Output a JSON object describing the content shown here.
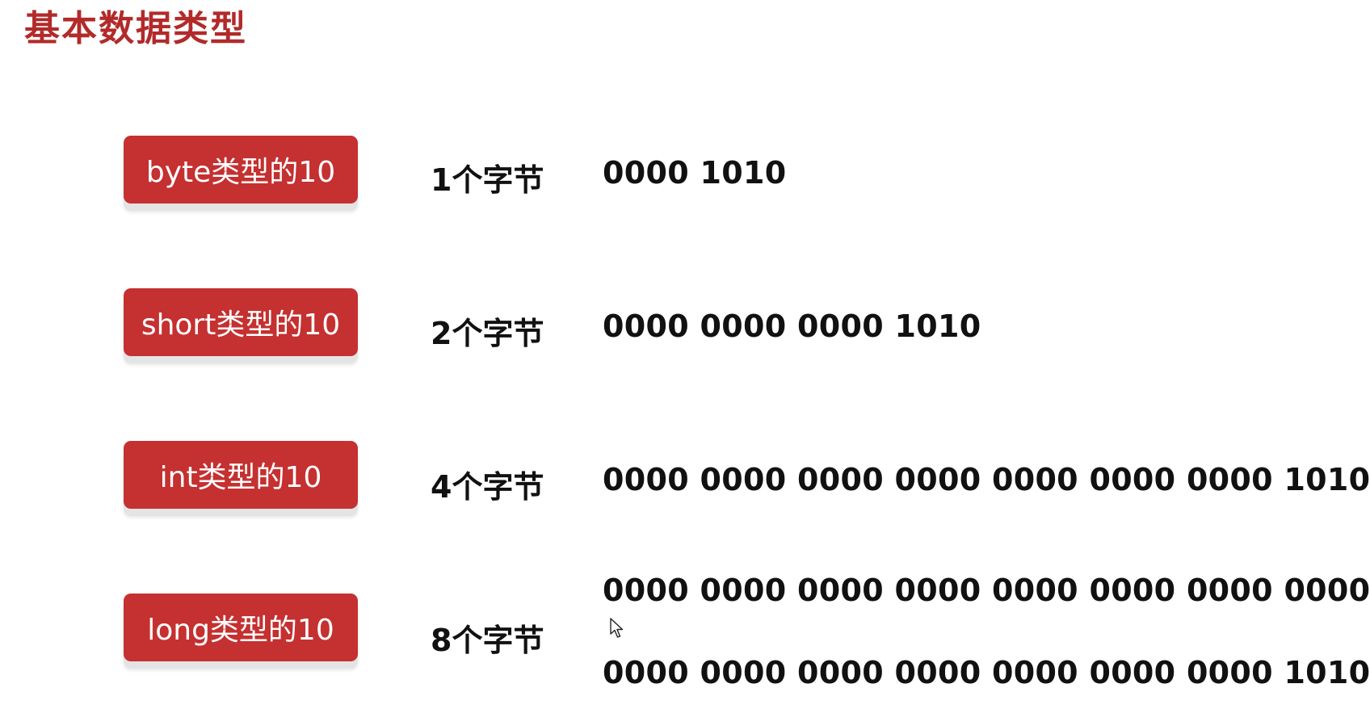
{
  "title": "基本数据类型",
  "rows": [
    {
      "type_label": "byte类型的10",
      "size_label": "1个字节",
      "binary": [
        "0000 1010"
      ]
    },
    {
      "type_label": "short类型的10",
      "size_label": "2个字节",
      "binary": [
        "0000 0000 0000 1010"
      ]
    },
    {
      "type_label": "int类型的10",
      "size_label": "4个字节",
      "binary": [
        "0000 0000 0000 0000 0000 0000 0000 1010"
      ]
    },
    {
      "type_label": "long类型的10",
      "size_label": "8个字节",
      "binary": [
        "0000 0000 0000 0000 0000 0000 0000 0000",
        "0000 0000 0000 0000 0000 0000 0000 1010"
      ]
    }
  ],
  "colors": {
    "accent": "#c53030",
    "title": "#b22a2a",
    "text": "#111111"
  },
  "icons": {
    "cursor": "mouse-pointer-icon"
  }
}
